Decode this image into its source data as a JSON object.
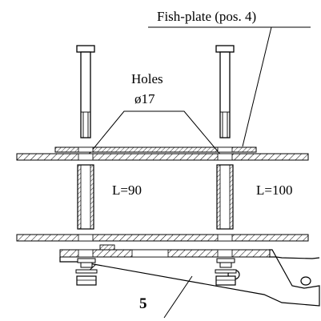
{
  "labels": {
    "fish_plate": "Fish-plate (pos. 4)",
    "holes_line1": "Holes",
    "holes_line2": "ø17",
    "left_length": "L=90",
    "right_length": "L=100",
    "position_number": "5"
  }
}
